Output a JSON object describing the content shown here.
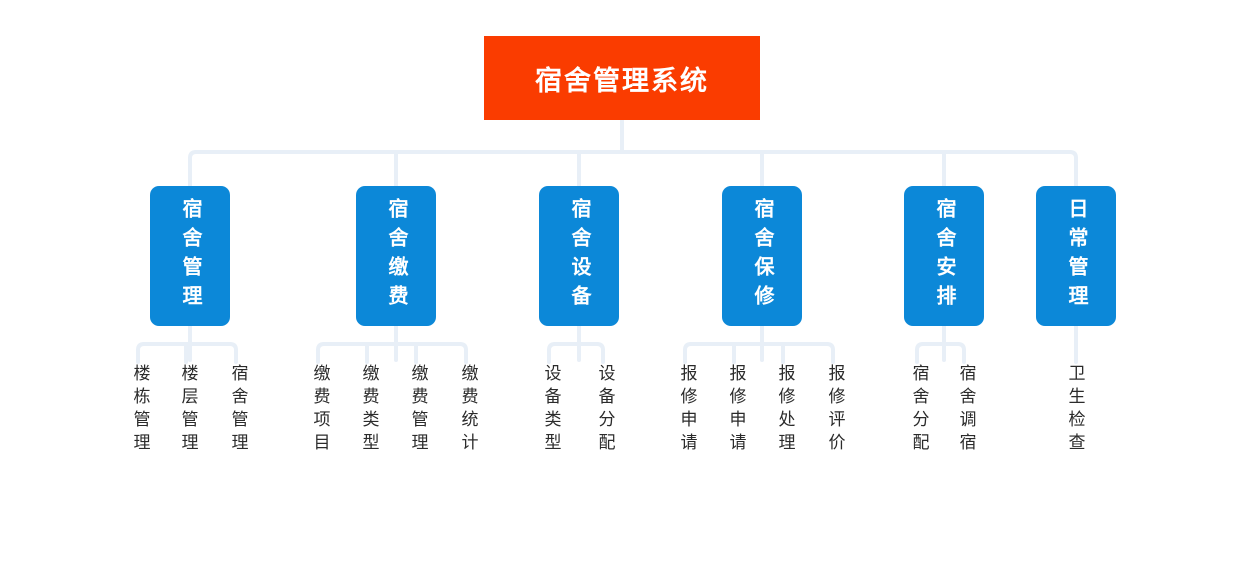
{
  "diagram": {
    "title": "宿舍管理系统",
    "type": "organization-tree",
    "colors": {
      "root_background": "#fa3c00",
      "root_text": "#ffffff",
      "branch_background": "#0c88d8",
      "branch_text": "#ffffff",
      "leaf_text": "#2b2b2b",
      "connector": "#e8eff7",
      "page_background": "#ffffff"
    },
    "root": {
      "label": "宿舍管理系统"
    },
    "branches": [
      {
        "label": "宿舍管理",
        "leaves": [
          {
            "label": "楼栋管理"
          },
          {
            "label": "楼层管理"
          },
          {
            "label": "宿舍管理"
          }
        ]
      },
      {
        "label": "宿舍缴费",
        "leaves": [
          {
            "label": "缴费项目"
          },
          {
            "label": "缴费类型"
          },
          {
            "label": "缴费管理"
          },
          {
            "label": "缴费统计"
          }
        ]
      },
      {
        "label": "宿舍设备",
        "leaves": [
          {
            "label": "设备类型"
          },
          {
            "label": "设备分配"
          }
        ]
      },
      {
        "label": "宿舍保修",
        "leaves": [
          {
            "label": "报修申请"
          },
          {
            "label": "报修申请"
          },
          {
            "label": "报修处理"
          },
          {
            "label": "报修评价"
          }
        ]
      },
      {
        "label": "宿舍安排",
        "leaves": [
          {
            "label": "宿舍分配"
          },
          {
            "label": "宿舍调宿"
          }
        ]
      },
      {
        "label": "日常管理",
        "leaves": [
          {
            "label": "卫生检查"
          }
        ]
      }
    ]
  }
}
